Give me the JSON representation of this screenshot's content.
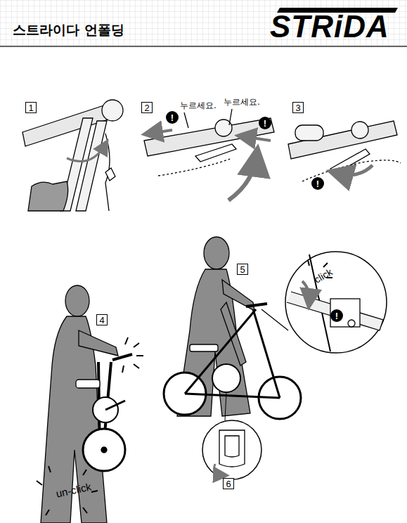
{
  "diagram": {
    "title": "스트라이다 언폴딩",
    "nodes": [
      {
        "text": [
          "1"
        ]
      },
      {
        "text": [
          "2"
        ]
      },
      {
        "text": [
          "!"
        ]
      },
      {
        "text": [
          "!"
        ]
      },
      {
        "text": [
          "3"
        ]
      },
      {
        "text": [
          "!"
        ]
      },
      {
        "text": [
          "4"
        ]
      },
      {
        "text": [
          "5"
        ]
      },
      {
        "text": [
          "!"
        ]
      },
      {
        "text": [
          "6"
        ]
      }
    ],
    "labels": [
      "STRiDA",
      "누르세요.",
      "누르세요.",
      "click",
      "un-click"
    ]
  }
}
